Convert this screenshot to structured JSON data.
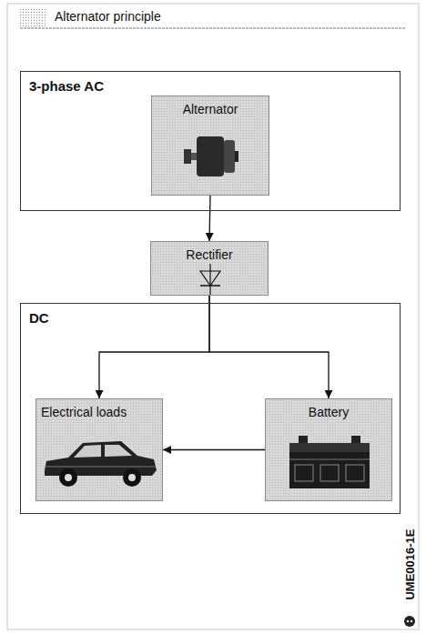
{
  "diagram": {
    "title": "Alternator principle",
    "nodes": [
      {
        "text": [
          "3-phase AC"
        ]
      },
      {
        "text": [
          "Alternator"
        ],
        "in": 0
      },
      {
        "text": [
          "Rectifier"
        ]
      },
      {
        "text": [
          "DC"
        ]
      },
      {
        "text": [
          "Electrical loads"
        ],
        "in": 3
      },
      {
        "text": [
          "Battery"
        ],
        "in": 3
      }
    ],
    "edges": [
      {
        "from": 1,
        "to": 2,
        "arrow": "to"
      },
      {
        "from": 2,
        "to": 4,
        "arrow": "to"
      },
      {
        "from": 2,
        "to": 5,
        "arrow": "to"
      },
      {
        "from": 5,
        "to": 4,
        "arrow": "to"
      }
    ],
    "labels": [
      "UME0016-1E"
    ]
  }
}
